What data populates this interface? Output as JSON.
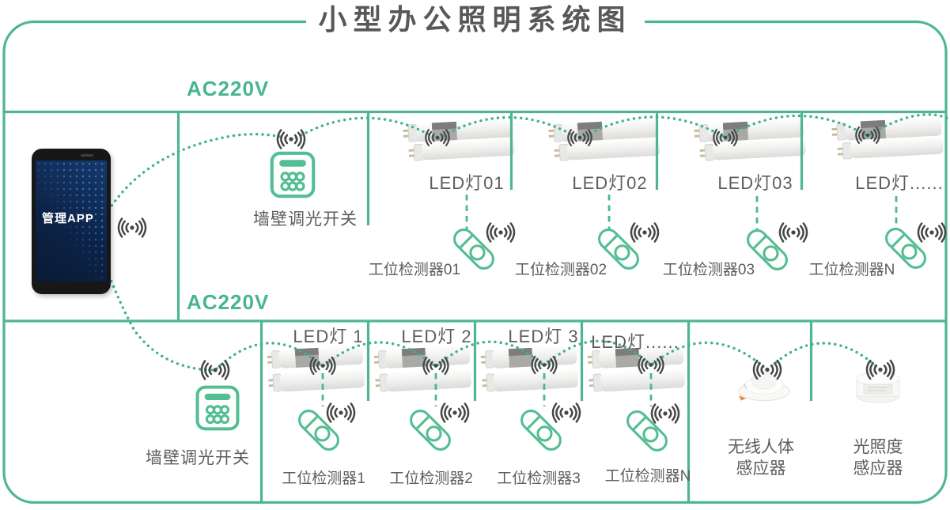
{
  "title": "小型办公照明系统图",
  "colors": {
    "green_line": "#4eb690",
    "green_dots": "#3db389",
    "green_icon": "#53bd93",
    "text_dark": "#595757",
    "text_gray": "#5d5d5d",
    "wifi_icon_dark": "#474747",
    "accent_orange": "#e98a3c"
  },
  "phone": {
    "app_label": "管理APP"
  },
  "top": {
    "power_label": "AC220V",
    "dimmer_label": "墙壁调光开关",
    "lamps": [
      {
        "label": "LED灯01"
      },
      {
        "label": "LED灯02"
      },
      {
        "label": "LED灯03"
      },
      {
        "label": "LED灯......"
      }
    ],
    "detectors": [
      {
        "label": "工位检测器01"
      },
      {
        "label": "工位检测器02"
      },
      {
        "label": "工位检测器03"
      },
      {
        "label": "工位检测器N"
      }
    ]
  },
  "bottom": {
    "power_label": "AC220V",
    "dimmer_label": "墙壁调光开关",
    "lamps": [
      {
        "label": "LED灯 1"
      },
      {
        "label": "LED灯 2"
      },
      {
        "label": "LED灯 3"
      },
      {
        "label": "LED灯......"
      }
    ],
    "detectors": [
      {
        "label": "工位检测器1"
      },
      {
        "label": "工位检测器2"
      },
      {
        "label": "工位检测器3"
      },
      {
        "label": "工位检测器N"
      }
    ],
    "sensors": [
      {
        "line1": "无线人体",
        "line2": "感应器"
      },
      {
        "line1": "光照度",
        "line2": "感应器"
      }
    ]
  }
}
